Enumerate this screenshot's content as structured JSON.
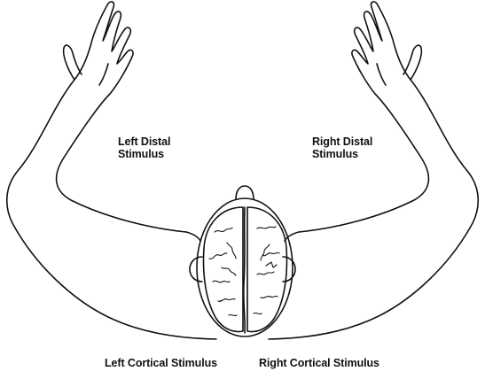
{
  "labels": {
    "left_distal": {
      "line1": "Left Distal",
      "line2": "Stimulus"
    },
    "right_distal": {
      "line1": "Right Distal",
      "line2": "Stimulus"
    },
    "left_cortical": "Left Cortical Stimulus",
    "right_cortical": "Right Cortical Stimulus"
  },
  "colors": {
    "line": "#111111",
    "background": "#ffffff"
  }
}
